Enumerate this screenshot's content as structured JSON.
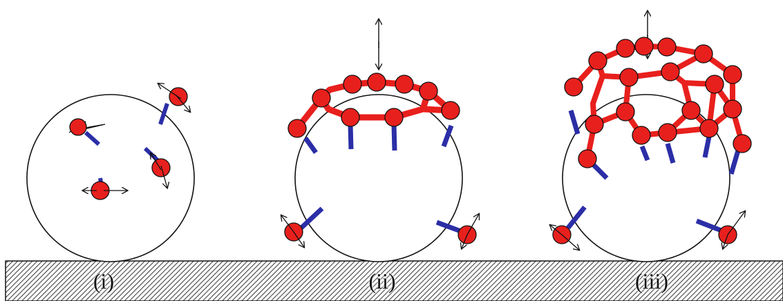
{
  "panels": [
    {
      "id": "i",
      "label": "(i)"
    },
    {
      "id": "ii",
      "label": "(ii)"
    },
    {
      "id": "iii",
      "label": "(iii)"
    }
  ],
  "colors": {
    "particle_fill": "#e8201d",
    "particle_stroke": "#111111",
    "linker": "#2b2ea6",
    "network": "#e8201d",
    "outline": "#111111",
    "substrate_hatch": "#444444"
  }
}
